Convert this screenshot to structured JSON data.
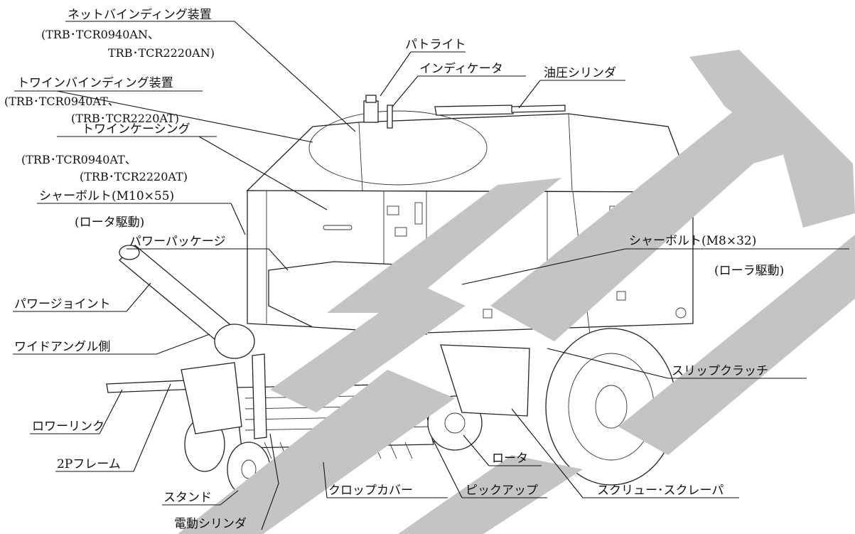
{
  "labels": {
    "net_binding_title": "ネットバインディング装置",
    "net_binding_model1": "(TRB･TCR0940AN、",
    "net_binding_model2": "TRB･TCR2220AN)",
    "patlight": "パトライト",
    "indicator": "インディケータ",
    "hydraulic_cylinder": "油圧シリンダ",
    "twine_binding_title": "トワインバインディング装置",
    "twine_binding_model1": "(TRB･TCR0940AT、",
    "twine_binding_model2": "(TRB･TCR2220AT)",
    "twine_casing_title": "トワインケーシング",
    "twine_casing_model1": "(TRB･TCR0940AT、",
    "twine_casing_model2": "(TRB･TCR2220AT)",
    "shear_bolt_rotor": "シャーボルト(M10×55)",
    "rotor_drive": "(ロータ駆動)",
    "power_package": "パワーパッケージ",
    "shear_bolt_roller": "シャーボルト(M8×32)",
    "roller_drive": "(ローラ駆動)",
    "power_joint": "パワージョイント",
    "wide_angle_side": "ワイドアングル側",
    "slip_clutch": "スリップクラッチ",
    "lower_link": "ロワーリンク",
    "two_p_frame": "2Pフレーム",
    "rotor": "ロータ",
    "stand": "スタンド",
    "crop_cover": "クロップカバー",
    "pickup": "ピックアップ",
    "screw_scraper": "スクリュー･スクレーパ",
    "electric_cylinder": "電動シリンダ"
  },
  "colors": {
    "line": "#111111",
    "watermark": "#c4c4c4",
    "background": "#ffffff"
  }
}
